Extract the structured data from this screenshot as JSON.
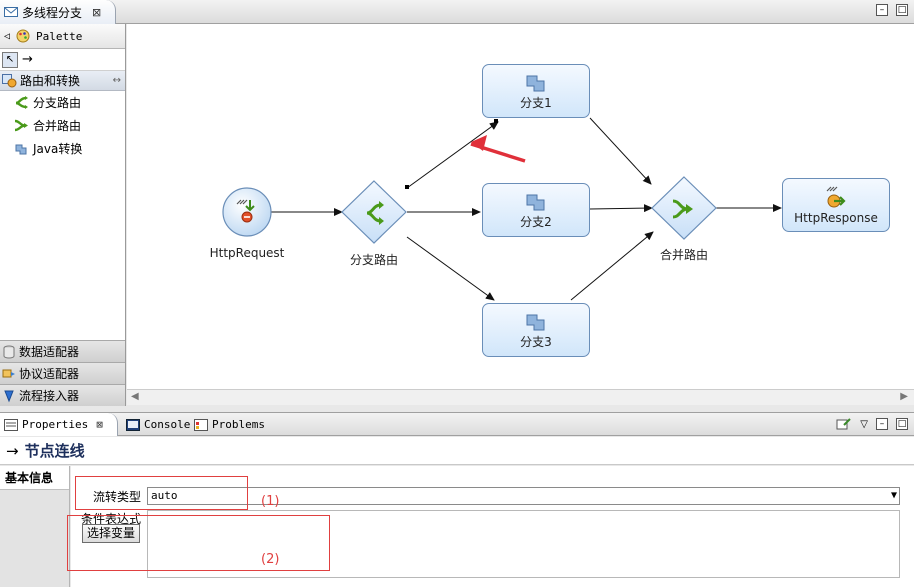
{
  "editor": {
    "tab_title": "多线程分支",
    "close_glyph": "⊠"
  },
  "palette": {
    "title": "Palette",
    "drawer_open": "路由和转换",
    "items": [
      {
        "label": "分支路由",
        "icon": "branch-route-icon"
      },
      {
        "label": "合并路由",
        "icon": "merge-route-icon"
      },
      {
        "label": "Java转换",
        "icon": "java-transform-icon"
      }
    ],
    "drawers_closed": [
      {
        "label": "数据适配器",
        "icon": "database-icon"
      },
      {
        "label": "协议适配器",
        "icon": "protocol-icon"
      },
      {
        "label": "流程接入器",
        "icon": "flow-access-icon"
      }
    ]
  },
  "diagram": {
    "nodes": {
      "http_request": "HttpRequest",
      "branch_route": "分支路由",
      "branch1": "分支1",
      "branch2": "分支2",
      "branch3": "分支3",
      "merge_route": "合并路由",
      "http_response": "HttpResponse"
    }
  },
  "views": {
    "tabs": [
      {
        "label": "Properties",
        "active": true
      },
      {
        "label": "Console",
        "active": false
      },
      {
        "label": "Problems",
        "active": false
      }
    ]
  },
  "properties": {
    "title": "节点连线",
    "side_tab": "基本信息",
    "flow_type_label": "流转类型",
    "flow_type_value": "auto",
    "condition_label": "条件表达式",
    "select_var_button": "选择变量",
    "annotation1": "(1)",
    "annotation2": "(2)"
  },
  "colors": {
    "annotation": "#e04040",
    "node_border": "#6a8eb8",
    "arrow_red": "#e0303a"
  }
}
